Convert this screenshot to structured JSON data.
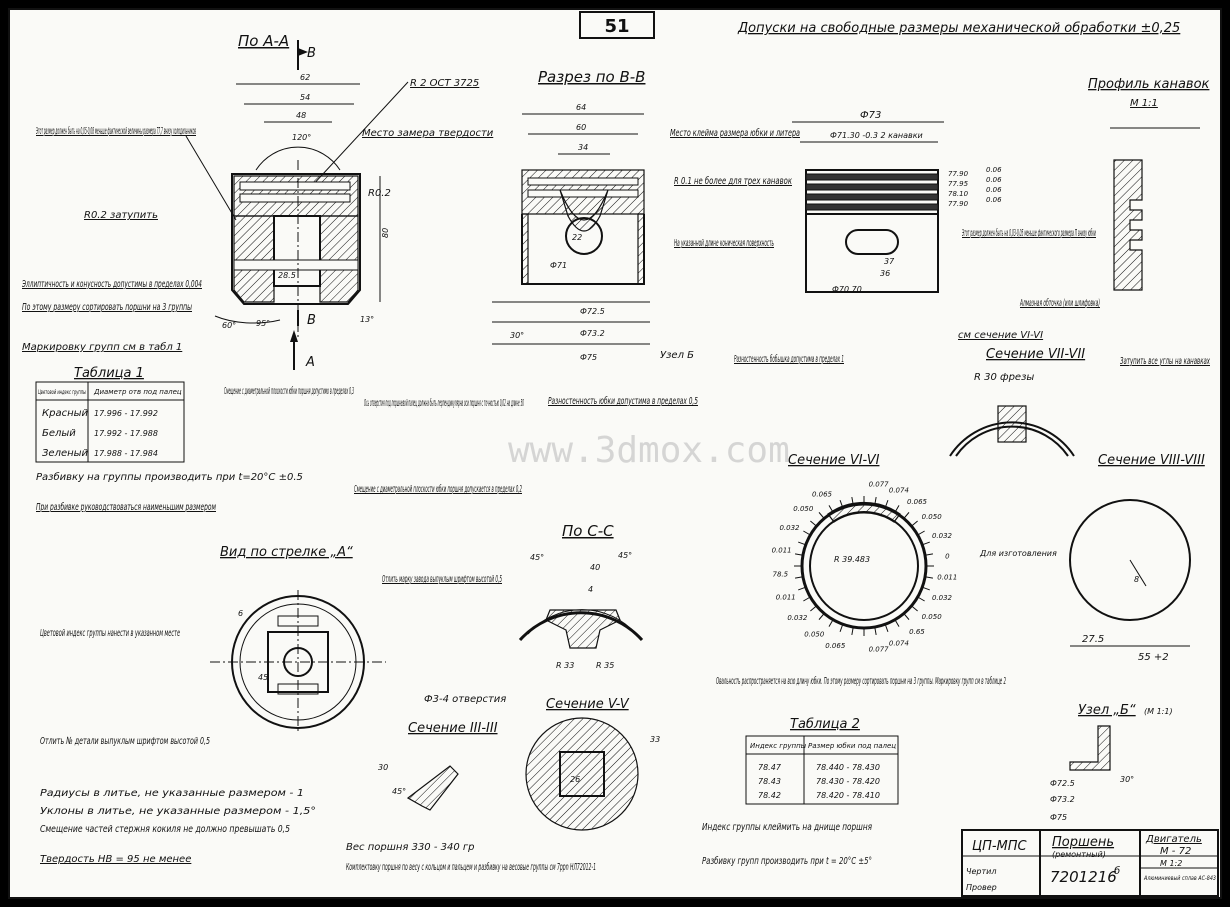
{
  "sheet_number": "51",
  "header_tolerance": "Допуски на свободные размеры механической обработки ±0,25",
  "watermark": "www.3dmox.com",
  "views": {
    "section_aa": {
      "title": "По А-А",
      "label_b": "B",
      "dims": [
        "62",
        "54",
        "48",
        "120°",
        "28.5",
        "80",
        "60°",
        "95°",
        "13°"
      ],
      "label_r": "R0.2",
      "label_r2": "R 2 ОСТ 3725",
      "label_hardness": "Место замера твердости",
      "label_a": "A"
    },
    "section_bb": {
      "title": "Разрез по В-В",
      "dims": [
        "64",
        "60",
        "34",
        "22",
        "Ф71",
        "Ф72.5",
        "Ф73.2",
        "Ф75",
        "30°"
      ],
      "notes": [
        "Место клейма размера юбки и литера",
        "R 0.1 не более для трех канавок",
        "На указанной длине коническая поверхность",
        "Узел Б",
        "Разностенность бобышка допустима в пределах 1"
      ]
    },
    "piston_side": {
      "dims": [
        "Ф73",
        "Ф71.30 -0.3 2 канавки",
        "37",
        "36",
        "Ф70.70"
      ],
      "notes": [
        "Этот размер должен быть на 0,03-0,05 меньше фактического размера П внизу юбки",
        "Алмазная обточка (или шлифовка)",
        "см сечение VI-VI"
      ],
      "groove_dims": [
        "0.06",
        "0.06",
        "0.06",
        "0.06"
      ],
      "groove_vals": [
        "77.90",
        "77.95",
        "78.10",
        "77.90"
      ]
    },
    "profile_grooves": {
      "title": "Профиль канавок",
      "scale": "М 1:1",
      "note": "Затупить все углы на канавках"
    },
    "section_vii": {
      "title": "Сечение VII-VII",
      "note": "R 30 фрезы"
    },
    "section_vi": {
      "title": "Сечение VI-VI",
      "radius": "R 39.483",
      "values_left": [
        "0.065",
        "0.050",
        "0.032",
        "0.011",
        "78.5",
        "0.011",
        "0.032",
        "0.050",
        "0.065"
      ],
      "values_right": [
        "0.077",
        "0.074",
        "0.065",
        "0.050",
        "0.032",
        "0",
        "0.011",
        "0.032",
        "0.050",
        "0.65",
        "0.074",
        "0.077"
      ],
      "note": "Для изготовления"
    },
    "section_viii": {
      "title": "Сечение VIII-VIII",
      "dims": [
        "27.5",
        "55 +2",
        "8"
      ]
    },
    "view_a": {
      "title": "Вид по стрелке „A“",
      "dims": [
        "6",
        "45",
        "Ф3-4 отверстия"
      ],
      "notes": [
        "Отлить марку завода выпуклым шрифтом высотой 0,5",
        "Цветовой индекс группы нанести в указанном месте",
        "Отлить № детали выпуклым шрифтом высотой 0,5"
      ]
    },
    "section_cc": {
      "title": "По С-С",
      "dims": [
        "45°",
        "40",
        "4",
        "45°",
        "R 33",
        "R 35"
      ]
    },
    "section_v": {
      "title": "Сечение V-V",
      "dims": [
        "26",
        "33"
      ]
    },
    "section_iii": {
      "title": "Сечение III-III",
      "dims": [
        "30",
        "45°"
      ]
    },
    "uzel_b": {
      "title": "Узел „Б“",
      "scale": "(М 1:1)",
      "dims": [
        "Ф72.5",
        "Ф73.2",
        "Ф75",
        "30°"
      ]
    }
  },
  "notes_left": [
    "Этот размер должен быть на 0,05-0,08 меньше фактической величины размера 77,7 внизу холодильников",
    "R0.2 затупить",
    "Эллиптичность и конусность допустимы в пределах 0,004",
    "По этому размеру сортировать поршни на 3 группы",
    "Маркировку групп см в табл 1"
  ],
  "notes_mid": [
    "Смещение с диаметральной плоскости юбки поршня допустимо в пределах 0,3",
    "Ось отверстия под поршневой палец должна быть перпендикулярна оси поршня с точностью 0,02 на длине 50",
    "Смещение с диаметральной плоскости юбки поршня допускается в пределах 0,2",
    "Разностенность юбки допустима в пределах 0,5"
  ],
  "table1": {
    "title": "Таблица 1",
    "headers": [
      "Цветовой индекс группы",
      "Диаметр отв под палец"
    ],
    "rows": [
      [
        "Красный",
        "17.996 - 17.992"
      ],
      [
        "Белый",
        "17.992 - 17.988"
      ],
      [
        "Зеленый",
        "17.988 - 17.984"
      ]
    ]
  },
  "sorting_notes": [
    "Разбивку на группы производить при t=20°C ±0.5",
    "При разбивке руководствоваться наименьшим размером"
  ],
  "notes_bottom_left": [
    "Радиусы в литье, не указанные размером - 1",
    "Уклоны в литье, не указанные размером - 1,5°",
    "Смещение частей стержня кокиля не должно превышать 0,5",
    "Твердость НВ = 95 не менее"
  ],
  "notes_bottom_mid": [
    "Вес поршня 330 - 340 гр",
    "Комплектовку поршня по весу с кольцом и пальцем и разбивку на весовые группы см 7ppn НЛ72012-1"
  ],
  "ovality_note": "Овальность распространяется на всю длину юбки. По этому размеру сортировать поршни на 3 группы. Маркировку групп см в таблице 2",
  "table2": {
    "title": "Таблица 2",
    "headers": [
      "Индекс группы",
      "Размер юбки под палец"
    ],
    "rows": [
      [
        "78.47",
        "78.440 - 78.430"
      ],
      [
        "78.43",
        "78.430 - 78.420"
      ],
      [
        "78.42",
        "78.420 - 78.410"
      ]
    ]
  },
  "index_notes": [
    "Индекс группы клеймить на днище поршня",
    "Разбивку групп производить при t = 20°C ±5°"
  ],
  "title_block": {
    "org": "ЦП-МПС",
    "part": "Поршень",
    "part_sub": "(ремонтный)",
    "engine": "Двигатель",
    "model": "М - 72",
    "scale": "М 1:2",
    "number": "7201216",
    "number_sup": "б",
    "row1": "Чертил",
    "row2": "Провер",
    "material": "Алюминиевый сплав АС-843"
  }
}
